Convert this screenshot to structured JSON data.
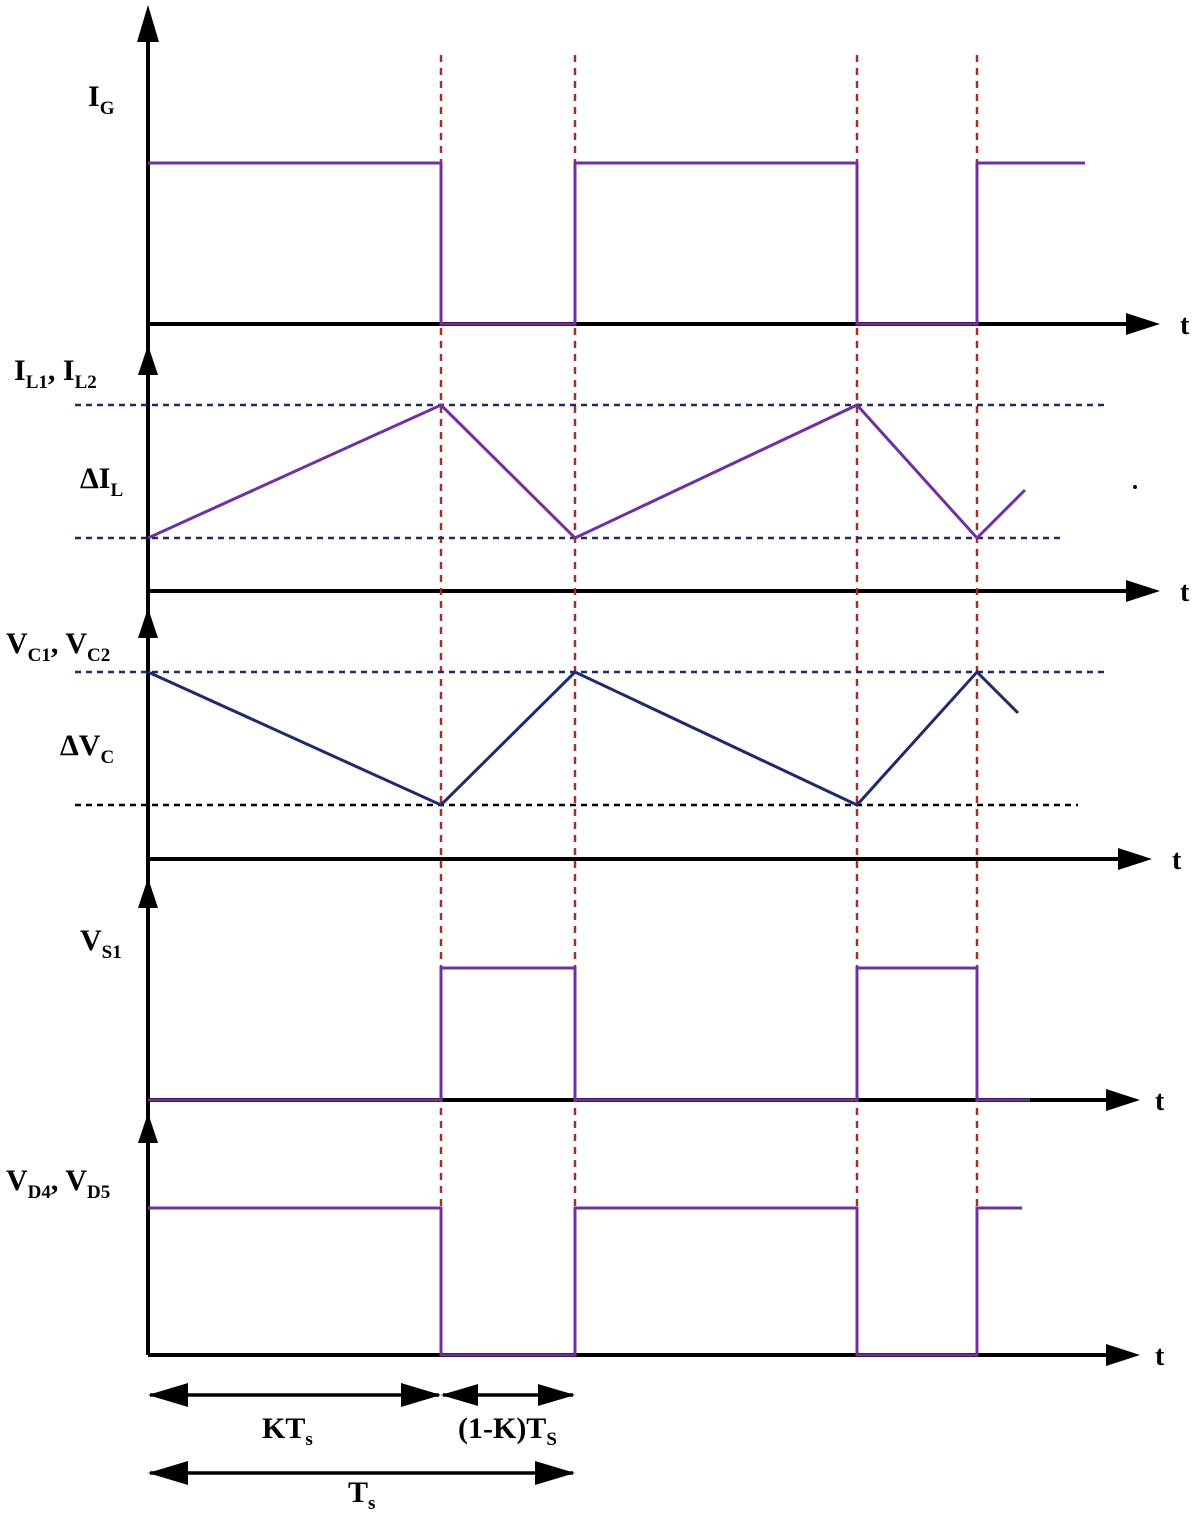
{
  "colors": {
    "axis": "#000000",
    "waveform": "#7030a0",
    "capacitor_wave": "#1f2a6b",
    "level_blue": "#1f2a6b",
    "level_black": "#000000",
    "marker": "#a0322d"
  },
  "time_axis_label": "t",
  "signals": {
    "ig": {
      "main": "I",
      "sub": "G"
    },
    "il": {
      "p1": "I",
      "s1": "L1",
      "p2": ", I",
      "s2": "L2"
    },
    "delta_il": {
      "main": "ΔI",
      "sub": "L"
    },
    "vc": {
      "p1": "V",
      "s1": "C1",
      "p2": ", V",
      "s2": "C2"
    },
    "delta_vc": {
      "main": "ΔV",
      "sub": "C"
    },
    "vs1": {
      "main": "V",
      "sub": "S1"
    },
    "vd": {
      "p1": "V",
      "s1": "D4",
      "p2": ", V",
      "s2": "D5"
    }
  },
  "intervals": {
    "kts": {
      "main": "KT",
      "sub": "s"
    },
    "one_minus_k": {
      "main": "(1-K)T",
      "sub": "S"
    },
    "ts": {
      "main": "T",
      "sub": "s"
    }
  }
}
